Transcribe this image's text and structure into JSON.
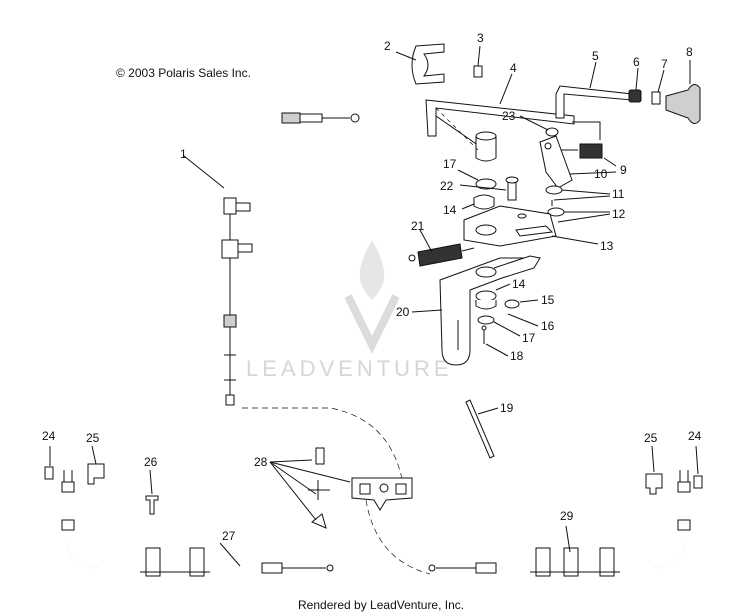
{
  "copyright": "© 2003 Polaris Sales Inc.",
  "footer": "Rendered by LeadVenture, Inc.",
  "watermark": "LEADVENTURE",
  "callouts": [
    "1",
    "2",
    "3",
    "4",
    "5",
    "6",
    "7",
    "8",
    "9",
    "10",
    "11",
    "12",
    "13",
    "14",
    "14",
    "15",
    "16",
    "17",
    "17",
    "18",
    "19",
    "20",
    "21",
    "22",
    "23",
    "24",
    "24",
    "25",
    "25",
    "26",
    "27",
    "28",
    "29"
  ]
}
